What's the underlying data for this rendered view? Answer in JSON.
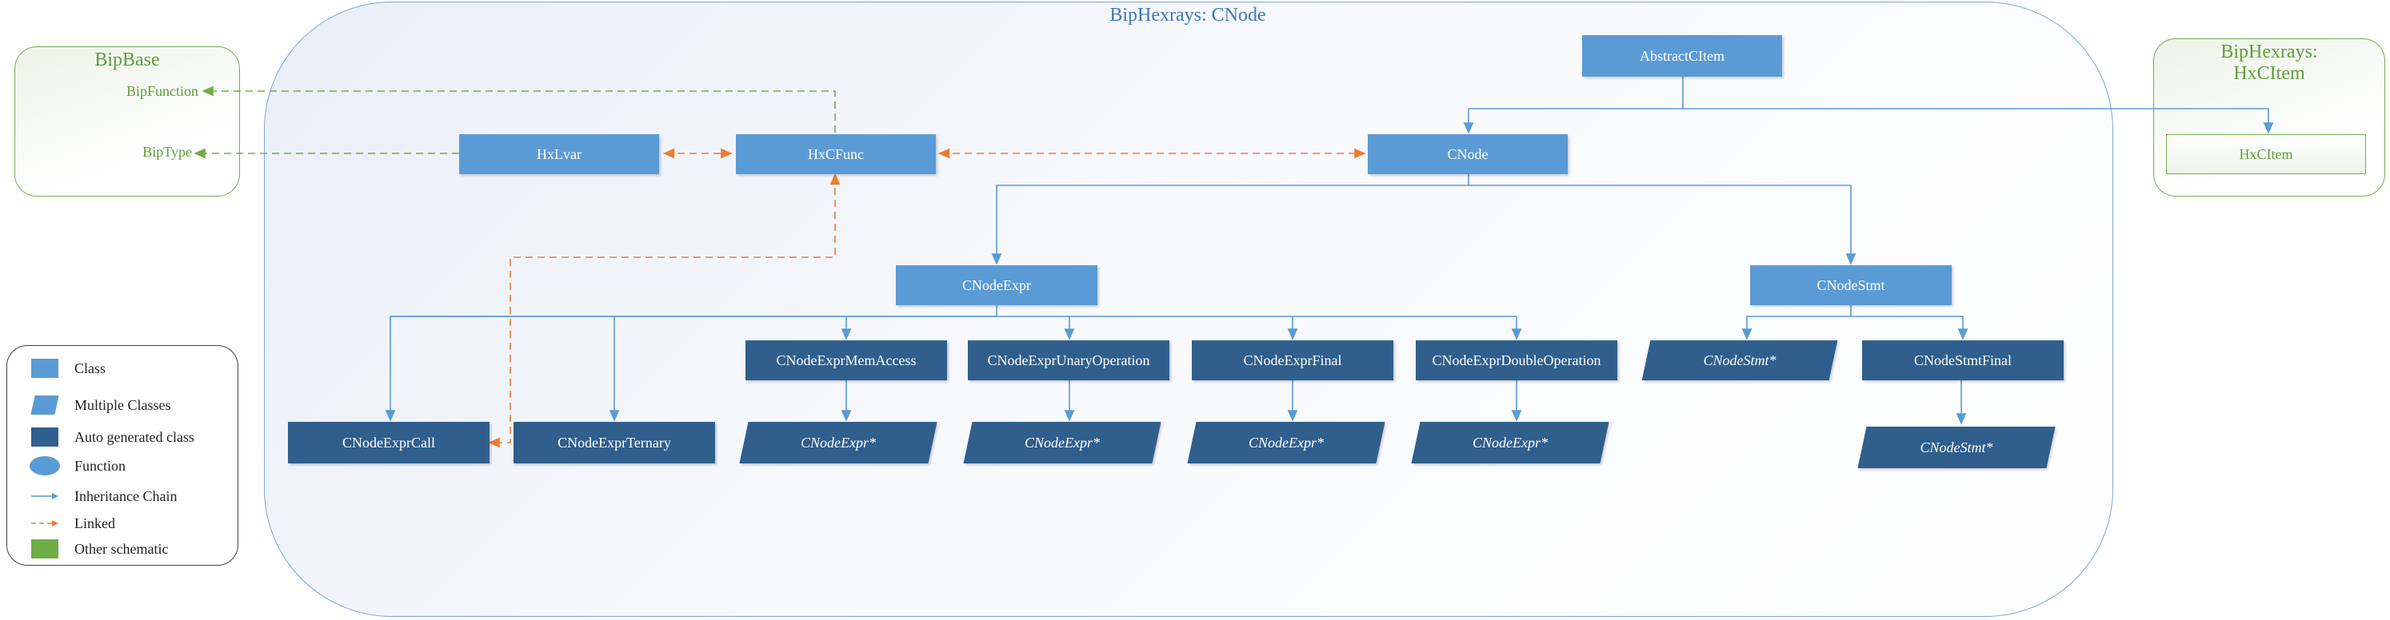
{
  "regions": {
    "main_title": "BipHexrays: CNode",
    "bipbase_title": "BipBase",
    "bipbase_items": [
      "BipFunction",
      "BipType"
    ],
    "hxcitem_title_line1": "BipHexrays:",
    "hxcitem_title_line2": "HxCItem"
  },
  "nodes": {
    "abstractcitem": "AbstractCItem",
    "cnode": "CNode",
    "hxlvar": "HxLvar",
    "hxcfunc": "HxCFunc",
    "hxcitem": "HxCItem",
    "cnodeexpr": "CNodeExpr",
    "cnodestmt": "CNodeStmt",
    "cnodeexprmemaccess": "CNodeExprMemAccess",
    "cnodeexprunaryoperation": "CNodeExprUnaryOperation",
    "cnodeexprfinal": "CNodeExprFinal",
    "cnodeexprdoubleoperation": "CNodeExprDoubleOperation",
    "cnodestmtfinal": "CNodeStmtFinal",
    "cnodeexprcall": "CNodeExprCall",
    "cnodeexprternary": "CNodeExprTernary",
    "cnodeexpr_multi": "CNodeExpr*",
    "cnodestmt_multi": "CNodeStmt*"
  },
  "legend": {
    "class": "Class",
    "multiple_classes": "Multiple Classes",
    "auto_generated": "Auto generated class",
    "function": "Function",
    "inheritance": "Inheritance Chain",
    "linked": "Linked",
    "other_schematic": "Other schematic"
  },
  "colors": {
    "class": "#5b9bd5",
    "auto_generated": "#305f8d",
    "inheritance_line": "#5b9bd5",
    "linked_line": "#ed7d31",
    "other_schematic": "#70ad47"
  }
}
